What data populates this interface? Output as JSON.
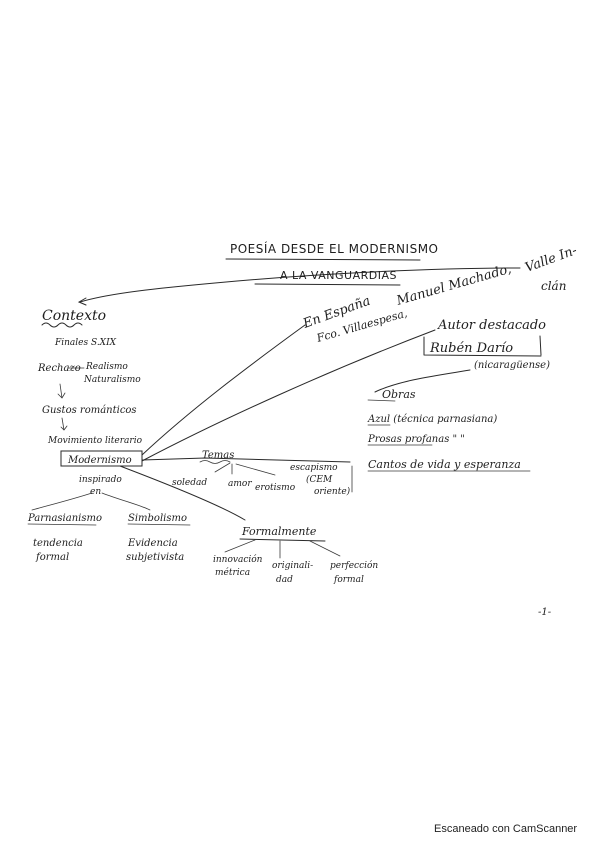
{
  "map": {
    "title_line1": "POESÍA DESDE EL MODERNISMO",
    "title_line2": "A LA VANGUARDIAS",
    "top_right_1": "Manuel Machado,",
    "top_right_2": "Valle In-",
    "top_right_3": "clán",
    "en_espana": "En España",
    "villaespesa": "Fco. Villaespesa,",
    "autor_destacado": "Autor destacado",
    "ruben_dario": "Rubén Darío",
    "nicaraguense": "(nicaragüense)",
    "obras": "Obras",
    "obra1": "Azul (técnica parnasiana)",
    "obra2": "Prosas profanas \"  \"",
    "obra3": "Cantos de vida y esperanza",
    "contexto": "Contexto",
    "finales": "Finales S.XIX",
    "rechazo": "Rechazo",
    "realismo": "Realismo",
    "naturalismo": "Naturalismo",
    "gustos": "Gustos románticos",
    "movimiento": "Movimiento literario",
    "modernismo": "Modernismo",
    "inspirado1": "inspirado",
    "inspirado2": "en",
    "parnasianismo": "Parnasianismo",
    "tendencia": "tendencia",
    "formal": "formal",
    "simbolismo": "Simbolismo",
    "evidencia": "Evidencia",
    "subjetivista": "subjetivista",
    "temas": "Temas",
    "soledad": "soledad",
    "amor": "amor",
    "erotismo": "erotismo",
    "escapismo": "escapismo",
    "cem": "(CEM",
    "oriente": "oriente)",
    "formalmente": "Formalmente",
    "innovacion1": "innovación",
    "innovacion2": "métrica",
    "original1": "originali-",
    "original2": "dad",
    "perfeccion1": "perfección",
    "perfeccion2": "formal",
    "page_number": "-1-"
  },
  "footer": {
    "text": "Escaneado con CamScanner"
  }
}
